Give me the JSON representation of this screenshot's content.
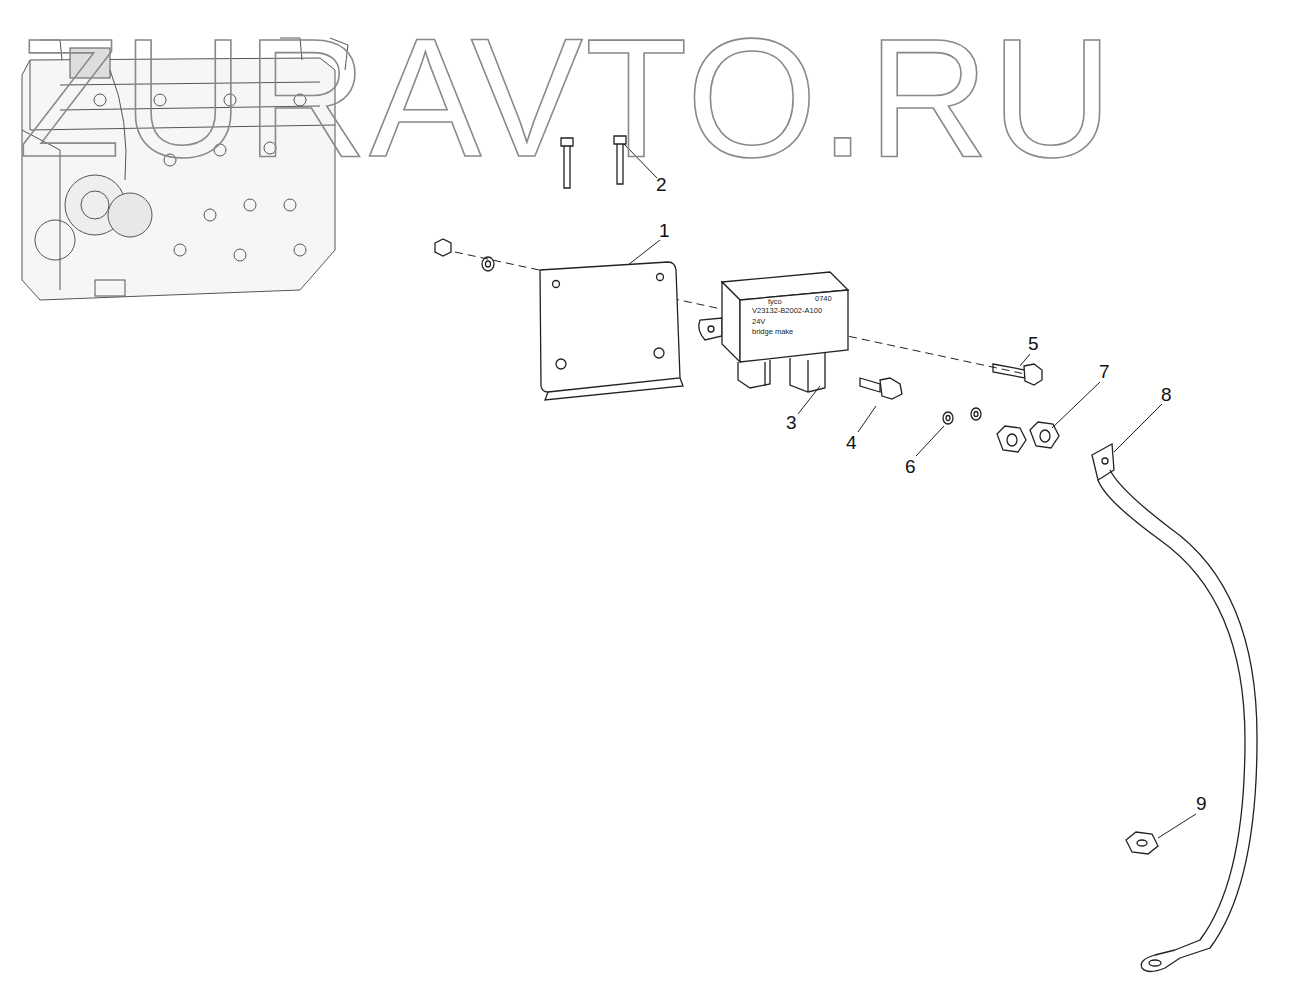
{
  "diagram": {
    "labels": [
      "ZURAVTO.RU",
      "1",
      "2",
      "3",
      "4",
      "5",
      "6",
      "7",
      "8",
      "9",
      "tyco",
      "0740",
      "V23132-B2002-A100",
      "24V",
      "bridge make"
    ]
  }
}
